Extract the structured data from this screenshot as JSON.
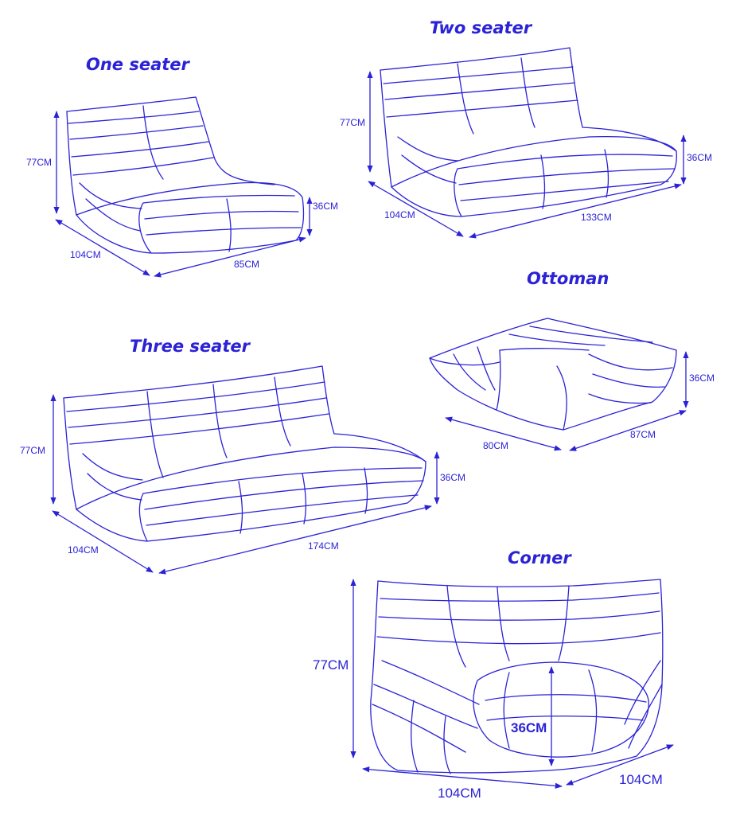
{
  "colors": {
    "line": "#2b22d6",
    "background": "#ffffff"
  },
  "items": {
    "one_seater": {
      "title": "One seater",
      "height": "77CM",
      "seat_height": "36CM",
      "depth": "104CM",
      "width": "85CM"
    },
    "two_seater": {
      "title": "Two seater",
      "height": "77CM",
      "seat_height": "36CM",
      "depth": "104CM",
      "width": "133CM"
    },
    "ottoman": {
      "title": "Ottoman",
      "height": "36CM",
      "depth": "80CM",
      "width": "87CM"
    },
    "three_seater": {
      "title": "Three seater",
      "height": "77CM",
      "seat_height": "36CM",
      "depth": "104CM",
      "width": "174CM"
    },
    "corner": {
      "title": "Corner",
      "height": "77CM",
      "seat_height": "36CM",
      "width": "104CM",
      "depth": "104CM"
    }
  }
}
